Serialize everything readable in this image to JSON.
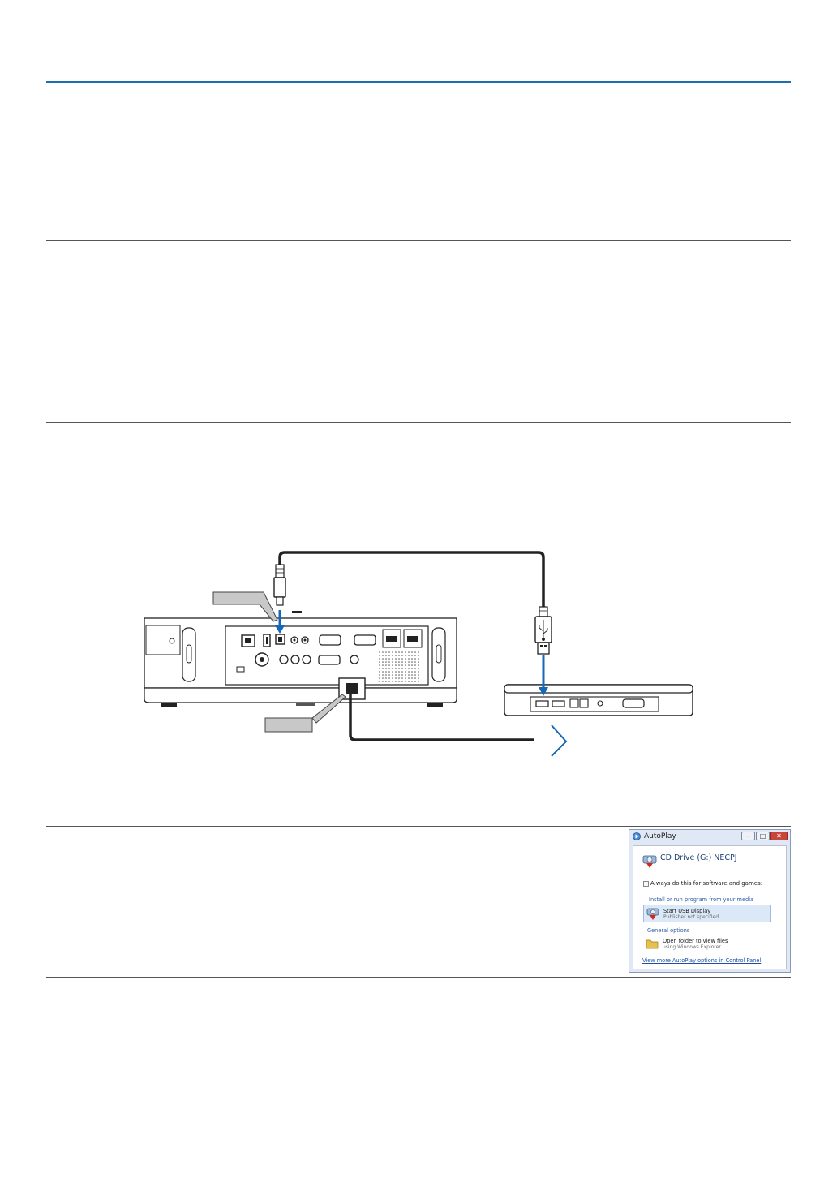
{
  "colors": {
    "accent_rule": "#1a6fb3",
    "arrow_blue": "#1668b6",
    "cable": "#222222"
  },
  "autoplay": {
    "title": "AutoPlay",
    "minimize_glyph": "–",
    "maximize_glyph": "□",
    "close_glyph": "✕",
    "drive": "CD Drive (G:) NECPJ",
    "checkbox_label": "Always do this for software and games:",
    "checkbox_checked": false,
    "section_install": "Install or run program from your media",
    "option_title": "Start USB Display",
    "option_subtitle": "Publisher not specified",
    "section_general": "General options",
    "folder_title": "Open folder to view files",
    "folder_subtitle": "using Windows Explorer",
    "link": "View more AutoPlay options in Control Panel"
  },
  "icons": [
    "autoplay-icon",
    "cd-drive-icon",
    "usb-display-icon",
    "folder-icon",
    "usb-symbol-icon",
    "arrow-icon"
  ]
}
